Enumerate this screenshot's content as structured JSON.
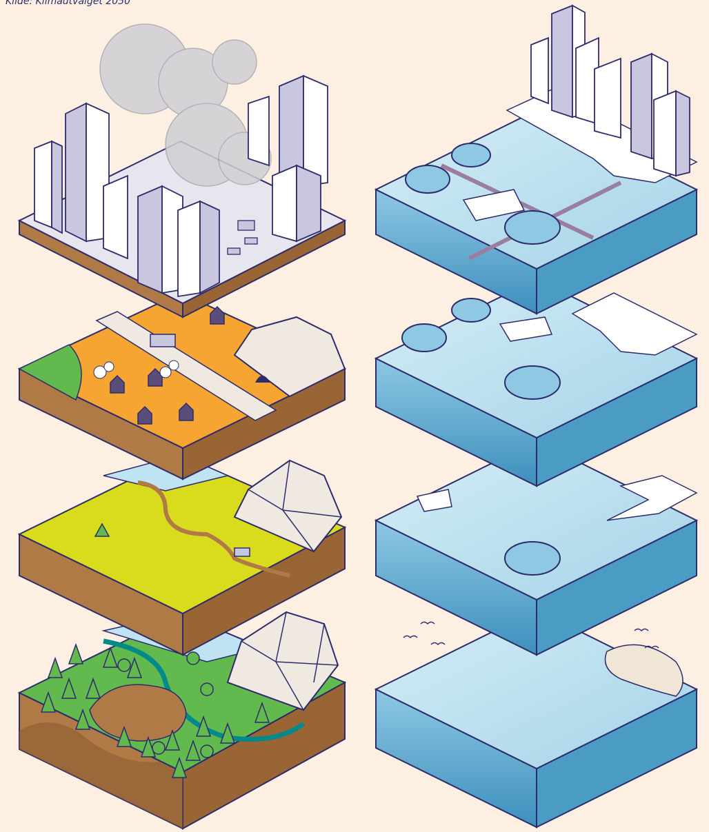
{
  "source_text": "Kilde: Klimautvalget 2050",
  "colors": {
    "background": "#fdf0e2",
    "outline": "#2d2b6b",
    "dirt": "#b07a46",
    "dirt_dark": "#8e5c31",
    "orange_ground": "#f7a532",
    "yellow_ground": "#d8dc1c",
    "green_ground": "#62b94e",
    "green_dark": "#2f8a3c",
    "river": "#008a8a",
    "water_light": "#bfe3f2",
    "water_mid": "#8ec8e3",
    "water_dark": "#4a9cc4",
    "rock": "#efe9e1",
    "sand": "#efe6d6",
    "building": "#ffffff",
    "building_side": "#c9c6df",
    "smog": "#cfcfd3"
  },
  "left_column": [
    "city-tile",
    "settlement-tile",
    "farmland-tile",
    "wilderness-tile"
  ],
  "right_column": [
    "fjord-city-tile",
    "fjord-harbour-tile",
    "fjord-pier-tile",
    "pristine-fjord-tile"
  ]
}
